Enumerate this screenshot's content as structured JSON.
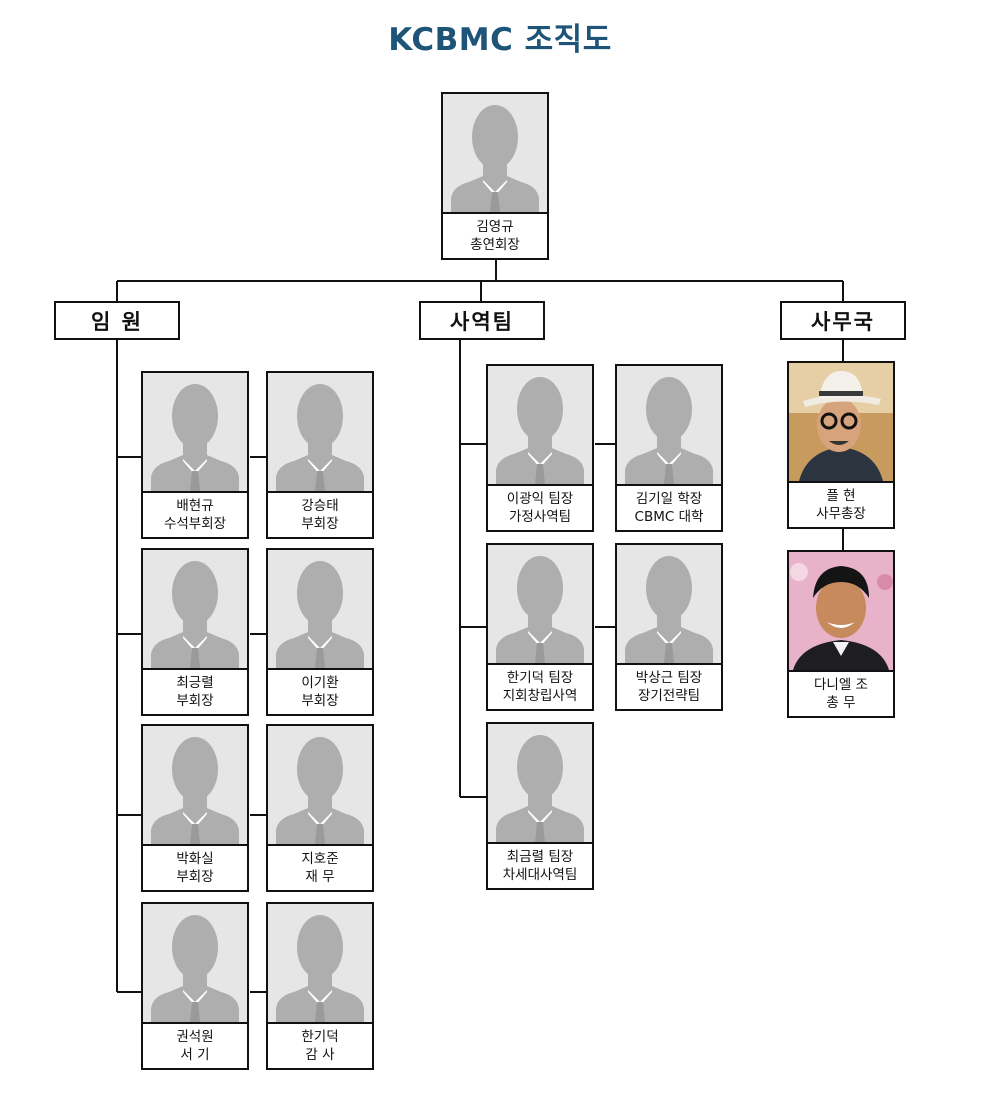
{
  "title": "KCBMC 조직도",
  "top": {
    "name": "김영규",
    "role": "총연회장",
    "photo": "silhouette-placeholder"
  },
  "branches": {
    "executives": {
      "label": "임 원",
      "members": [
        {
          "name": "배현규",
          "role": "수석부회장",
          "photo": "silhouette-placeholder"
        },
        {
          "name": "강승태",
          "role": "부회장",
          "photo": "silhouette-placeholder"
        },
        {
          "name": "최긍렬",
          "role": "부회장",
          "photo": "silhouette-placeholder"
        },
        {
          "name": "이기환",
          "role": "부회장",
          "photo": "silhouette-placeholder"
        },
        {
          "name": "박화실",
          "role": "부회장",
          "photo": "silhouette-placeholder"
        },
        {
          "name": "지호준",
          "role": "재 무",
          "photo": "silhouette-placeholder"
        },
        {
          "name": "권석원",
          "role": "서 기",
          "photo": "silhouette-placeholder"
        },
        {
          "name": "한기덕",
          "role": "감 사",
          "photo": "silhouette-placeholder"
        }
      ]
    },
    "ministry": {
      "label": "사역팀",
      "members": [
        {
          "name": "이광익 팀장",
          "role": "가정사역팀",
          "photo": "silhouette-placeholder"
        },
        {
          "name": "김기일 학장",
          "role": "CBMC 대학",
          "photo": "silhouette-placeholder"
        },
        {
          "name": "한기덕 팀장",
          "role": "지회창립사역",
          "photo": "silhouette-placeholder"
        },
        {
          "name": "박상근 팀장",
          "role": "장기전략팀",
          "photo": "silhouette-placeholder"
        },
        {
          "name": "최금렬 팀장",
          "role": "차세대사역팀",
          "photo": "silhouette-placeholder"
        }
      ]
    },
    "secretariat": {
      "label": "사무국",
      "members": [
        {
          "name": "플 현",
          "role": "사무총장",
          "photo": "portrait-man-white-fedora-glasses"
        },
        {
          "name": "다니엘 조",
          "role": "총 무",
          "photo": "portrait-man-dark-suit-smiling"
        }
      ]
    }
  },
  "colors": {
    "title": "#1d5477",
    "line": "#111111",
    "silhouette": "#aeaeae",
    "photo_bg": "#e6e6e6"
  }
}
